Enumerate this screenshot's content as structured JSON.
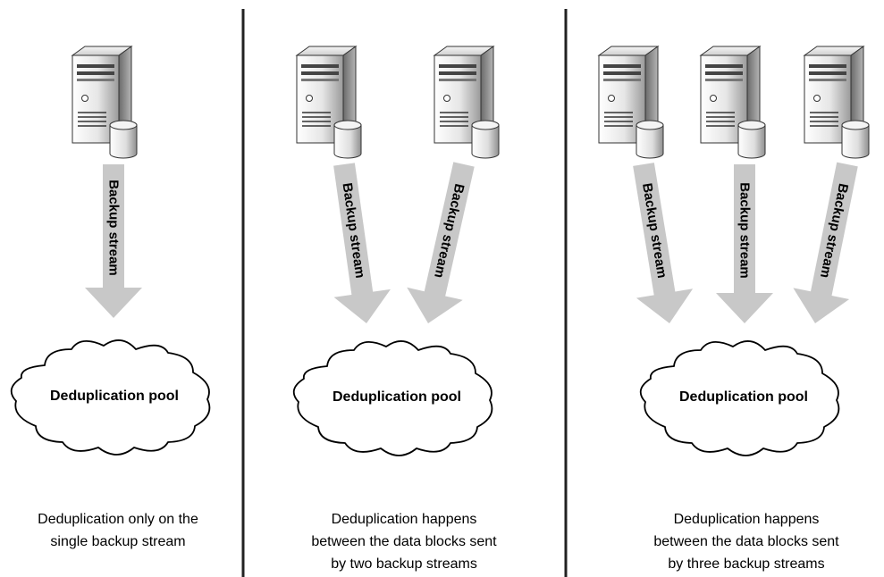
{
  "panels": [
    {
      "id": "single",
      "servers": 1,
      "streams": [
        "Backup stream"
      ],
      "pool_label": "Deduplication pool",
      "caption": [
        "Deduplication only on the",
        "single backup stream"
      ]
    },
    {
      "id": "two",
      "servers": 2,
      "streams": [
        "Backup stream",
        "Backup stream"
      ],
      "pool_label": "Deduplication pool",
      "caption": [
        "Deduplication happens",
        "between the data blocks sent",
        "by two backup streams"
      ]
    },
    {
      "id": "three",
      "servers": 3,
      "streams": [
        "Backup stream",
        "Backup stream",
        "Backup stream"
      ],
      "pool_label": "Deduplication pool",
      "caption": [
        "Deduplication happens",
        "between the data blocks sent",
        "by three backup streams"
      ]
    }
  ],
  "colors": {
    "arrow": "#c8c8c8",
    "divider": "#222222",
    "server_light": "#f2f2f2",
    "server_dark": "#8a8a8a"
  },
  "icons": {
    "server": "server-with-disk-icon",
    "cloud": "cloud-icon",
    "arrow": "down-arrow-icon"
  }
}
